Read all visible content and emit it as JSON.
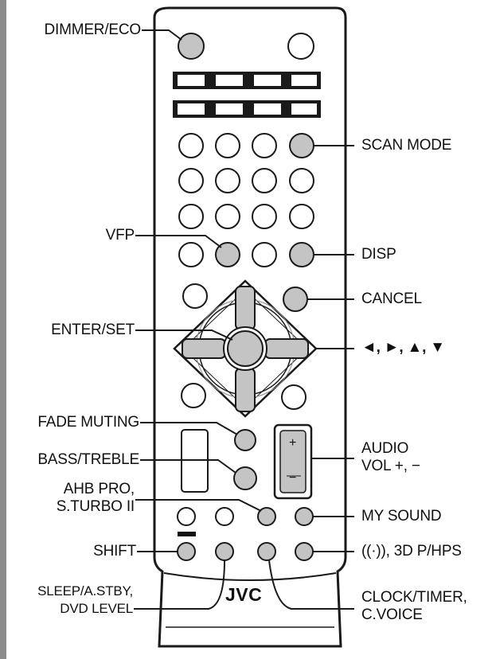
{
  "brand": "JVC",
  "labels": {
    "dimmer_eco": "DIMMER/ECO",
    "scan_mode": "SCAN MODE",
    "vfp": "VFP",
    "disp": "DISP",
    "cancel": "CANCEL",
    "enter_set": "ENTER/SET",
    "arrows": "◄, ►, ▲, ▼",
    "fade_muting": "FADE MUTING",
    "audio_vol_line1": "AUDIO",
    "audio_vol_line2": "VOL +, −",
    "bass_treble": "BASS/TREBLE",
    "ahb_pro_line1": "AHB PRO,",
    "ahb_pro_line2": "S.TURBO II",
    "my_sound": "MY SOUND",
    "shift": "SHIFT",
    "surround_3d": "((·)), 3D P/HPS",
    "sleep_line1": "SLEEP/A.STBY,",
    "sleep_line2": "DVD LEVEL",
    "clock_line1": "CLOCK/TIMER,",
    "clock_line2": "C.VOICE"
  },
  "volume_marks": {
    "plus": "+",
    "minus": "−"
  },
  "colors": {
    "highlight": "#c4c4c4",
    "outline": "#1a1a1a",
    "body": "#ffffff",
    "left_strip": "#8c8c8c"
  }
}
